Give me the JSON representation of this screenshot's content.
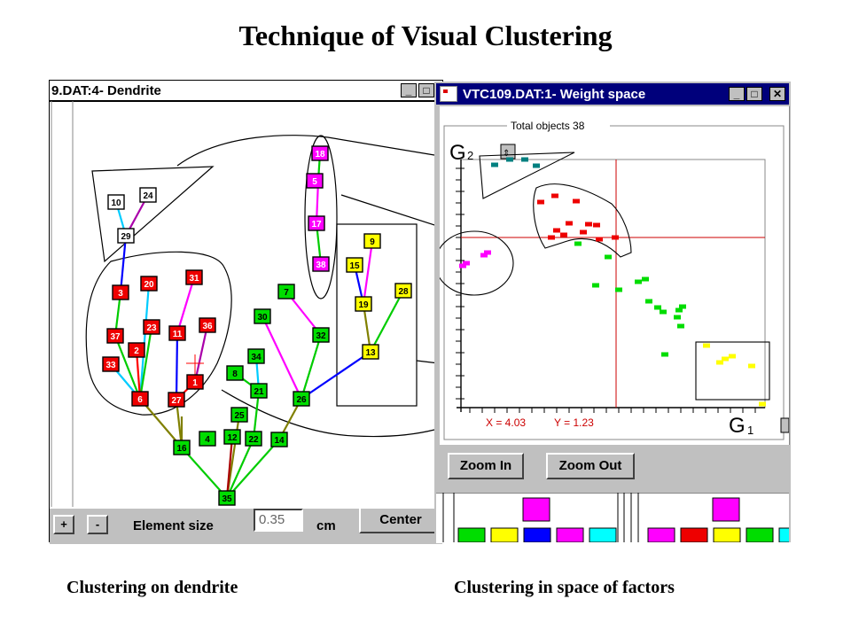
{
  "slide": {
    "title": "Technique of Visual Clustering",
    "caption_left": "Clustering on dendrite",
    "caption_right": "Clustering in space of factors"
  },
  "dendrite_window": {
    "title": "9.DAT:4- Dendrite",
    "minimize": "_",
    "plus_label": "+",
    "minus_label": "-",
    "element_size_label": "Element size",
    "element_size_value": "0.35",
    "unit_label": "cm",
    "center_label": "Center"
  },
  "weight_window": {
    "title": "VTC109.DAT:1- Weight space",
    "minimize": "_",
    "close": "✕",
    "group_label": "Total objects 38",
    "axis_y_label": "G",
    "axis_y_sub": "2",
    "axis_x_label": "G",
    "axis_x_sub": "1",
    "readout_x": "X = 4.03",
    "readout_y": "Y = 1.23",
    "zoom_in_label": "Zoom In",
    "zoom_out_label": "Zoom Out"
  },
  "colors": {
    "red": "#ee0000",
    "green": "#00dd00",
    "magenta": "#ff00ff",
    "yellow": "#ffff00",
    "cyan": "#00ffff",
    "blue": "#0000ff",
    "teal": "#008080",
    "titlebar_active": "#00007b"
  },
  "nodes": [
    {
      "id": "10",
      "color": "white"
    },
    {
      "id": "24",
      "color": "white"
    },
    {
      "id": "29",
      "color": "white"
    },
    {
      "id": "18",
      "color": "magenta"
    },
    {
      "id": "5",
      "color": "magenta"
    },
    {
      "id": "17",
      "color": "magenta"
    },
    {
      "id": "38",
      "color": "magenta"
    },
    {
      "id": "9",
      "color": "yellow"
    },
    {
      "id": "15",
      "color": "yellow"
    },
    {
      "id": "19",
      "color": "yellow"
    },
    {
      "id": "28",
      "color": "yellow"
    },
    {
      "id": "13",
      "color": "yellow"
    },
    {
      "id": "3",
      "color": "red"
    },
    {
      "id": "20",
      "color": "red"
    },
    {
      "id": "31",
      "color": "red"
    },
    {
      "id": "37",
      "color": "red"
    },
    {
      "id": "23",
      "color": "red"
    },
    {
      "id": "2",
      "color": "red"
    },
    {
      "id": "11",
      "color": "red"
    },
    {
      "id": "36",
      "color": "red"
    },
    {
      "id": "33",
      "color": "red"
    },
    {
      "id": "6",
      "color": "red"
    },
    {
      "id": "27",
      "color": "red"
    },
    {
      "id": "1",
      "color": "red"
    },
    {
      "id": "7",
      "color": "green"
    },
    {
      "id": "30",
      "color": "green"
    },
    {
      "id": "32",
      "color": "green"
    },
    {
      "id": "34",
      "color": "green"
    },
    {
      "id": "8",
      "color": "green"
    },
    {
      "id": "21",
      "color": "green"
    },
    {
      "id": "26",
      "color": "green"
    },
    {
      "id": "25",
      "color": "green"
    },
    {
      "id": "4",
      "color": "green"
    },
    {
      "id": "12",
      "color": "green"
    },
    {
      "id": "22",
      "color": "green"
    },
    {
      "id": "14",
      "color": "green"
    },
    {
      "id": "16",
      "color": "green"
    },
    {
      "id": "35",
      "color": "green"
    }
  ],
  "bottom_swatches_left": [
    "magenta",
    "green",
    "yellow",
    "blue",
    "magenta",
    "cyan"
  ],
  "bottom_swatches_right": [
    "magenta",
    "magenta",
    "red",
    "yellow",
    "green",
    "cyan"
  ]
}
